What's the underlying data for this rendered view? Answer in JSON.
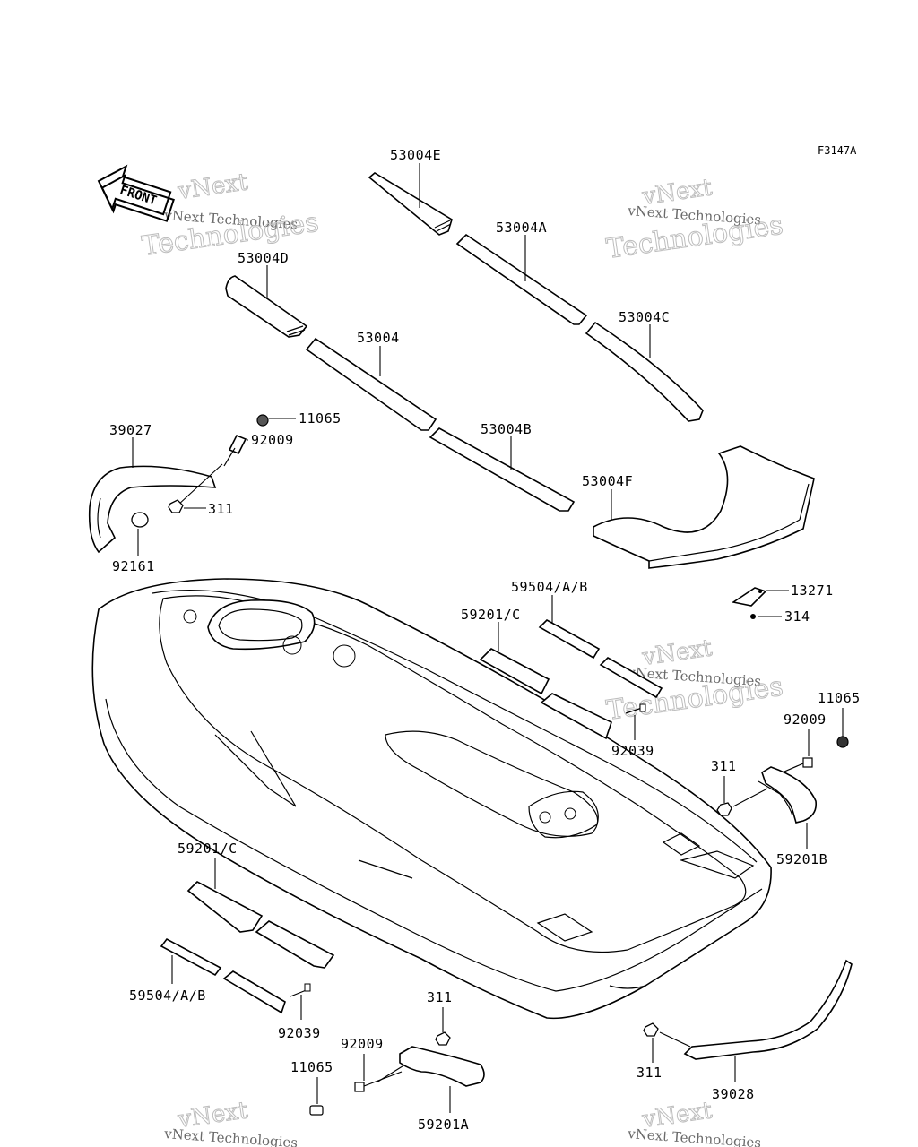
{
  "diagram_code": "F3147A",
  "front_label": "FRONT",
  "watermark": {
    "line1": "vNext",
    "line2": "vNext Technologies",
    "line3": "Technologies"
  },
  "parts": {
    "p53004E": "53004E",
    "p53004A": "53004A",
    "p53004D": "53004D",
    "p53004C": "53004C",
    "p53004": "53004",
    "p53004B": "53004B",
    "p53004F": "53004F",
    "p39027": "39027",
    "p11065_top": "11065",
    "p92009_top": "92009",
    "p311_top": "311",
    "p92161": "92161",
    "p59504_top": "59504/A/B",
    "p59201C_top": "59201/C",
    "p13271": "13271",
    "p314": "314",
    "p11065_right": "11065",
    "p92009_right": "92009",
    "p311_right": "311",
    "p92039_top": "92039",
    "p59201B": "59201B",
    "p59201C_bottom": "59201/C",
    "p59504_bottom": "59504/A/B",
    "p92039_bottom": "92039",
    "p311_bottom": "311",
    "p92009_bottom": "92009",
    "p11065_bottom": "11065",
    "p59201A": "59201A",
    "p311_br": "311",
    "p39028": "39028"
  }
}
